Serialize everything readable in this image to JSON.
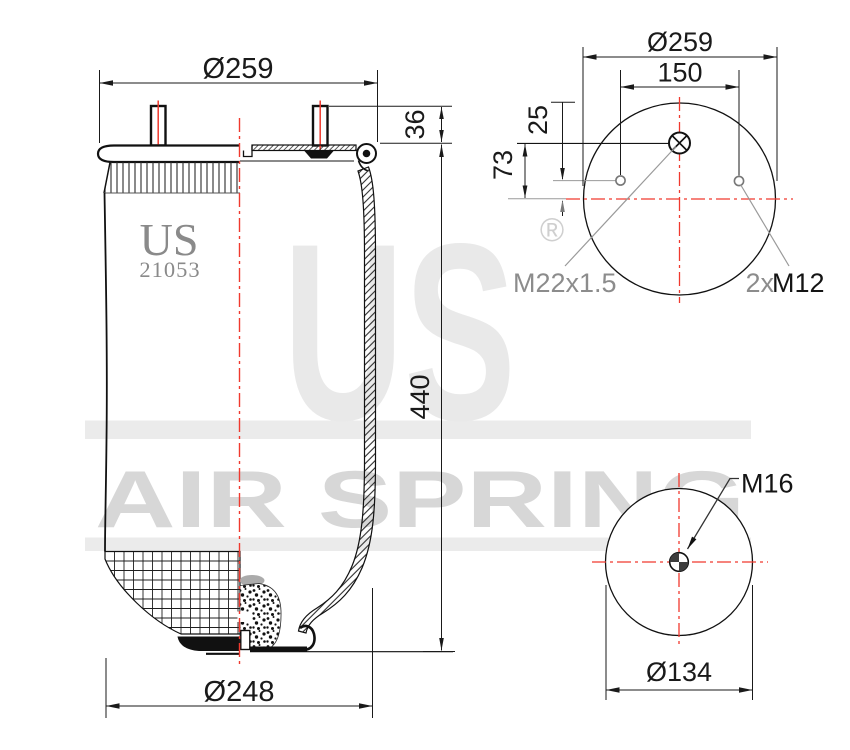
{
  "drawing": {
    "watermark": {
      "brand": "US",
      "registered": "®",
      "tagline": "AIR SPRING"
    },
    "product_label": {
      "brand": "US",
      "part_number": "21053"
    },
    "side_view": {
      "top_diameter": "Ø259",
      "stud_height": "36",
      "assembly_height": "440",
      "bottom_diameter": "Ø248"
    },
    "top_view": {
      "outer_diameter": "Ø259",
      "stud_spacing": "150",
      "holes_offset": "25",
      "fitting_offset": "73",
      "air_fitting_thread": "M22x1.5",
      "stud_count_prefix": "2x",
      "stud_thread": "M12"
    },
    "bottom_view": {
      "center_bolt_thread": "M16",
      "piston_diameter": "Ø134"
    },
    "colors": {
      "line": "#1a1a1a",
      "centerline_red": "#f0392e",
      "annotation_gray": "#8c8c8c",
      "watermark_gray": "#d7d7d7",
      "band_gray": "#ebebeb"
    }
  }
}
